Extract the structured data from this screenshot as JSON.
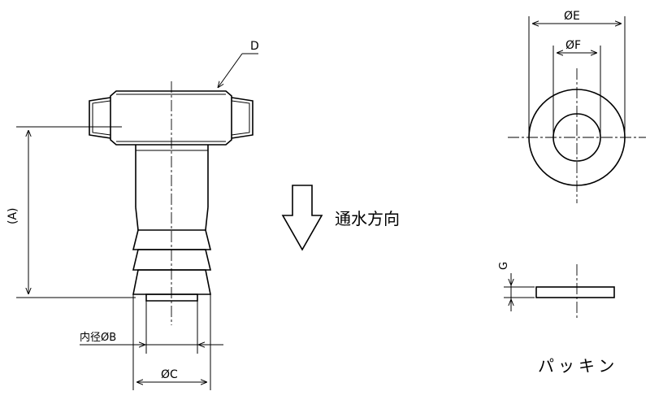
{
  "labels": {
    "D": "D",
    "A": "(A)",
    "inner_diameter_B": "内径ØB",
    "C": "ØC",
    "E": "ØE",
    "F": "ØF",
    "G": "G",
    "flow_direction": "通水方向",
    "packing": "パッキン"
  }
}
